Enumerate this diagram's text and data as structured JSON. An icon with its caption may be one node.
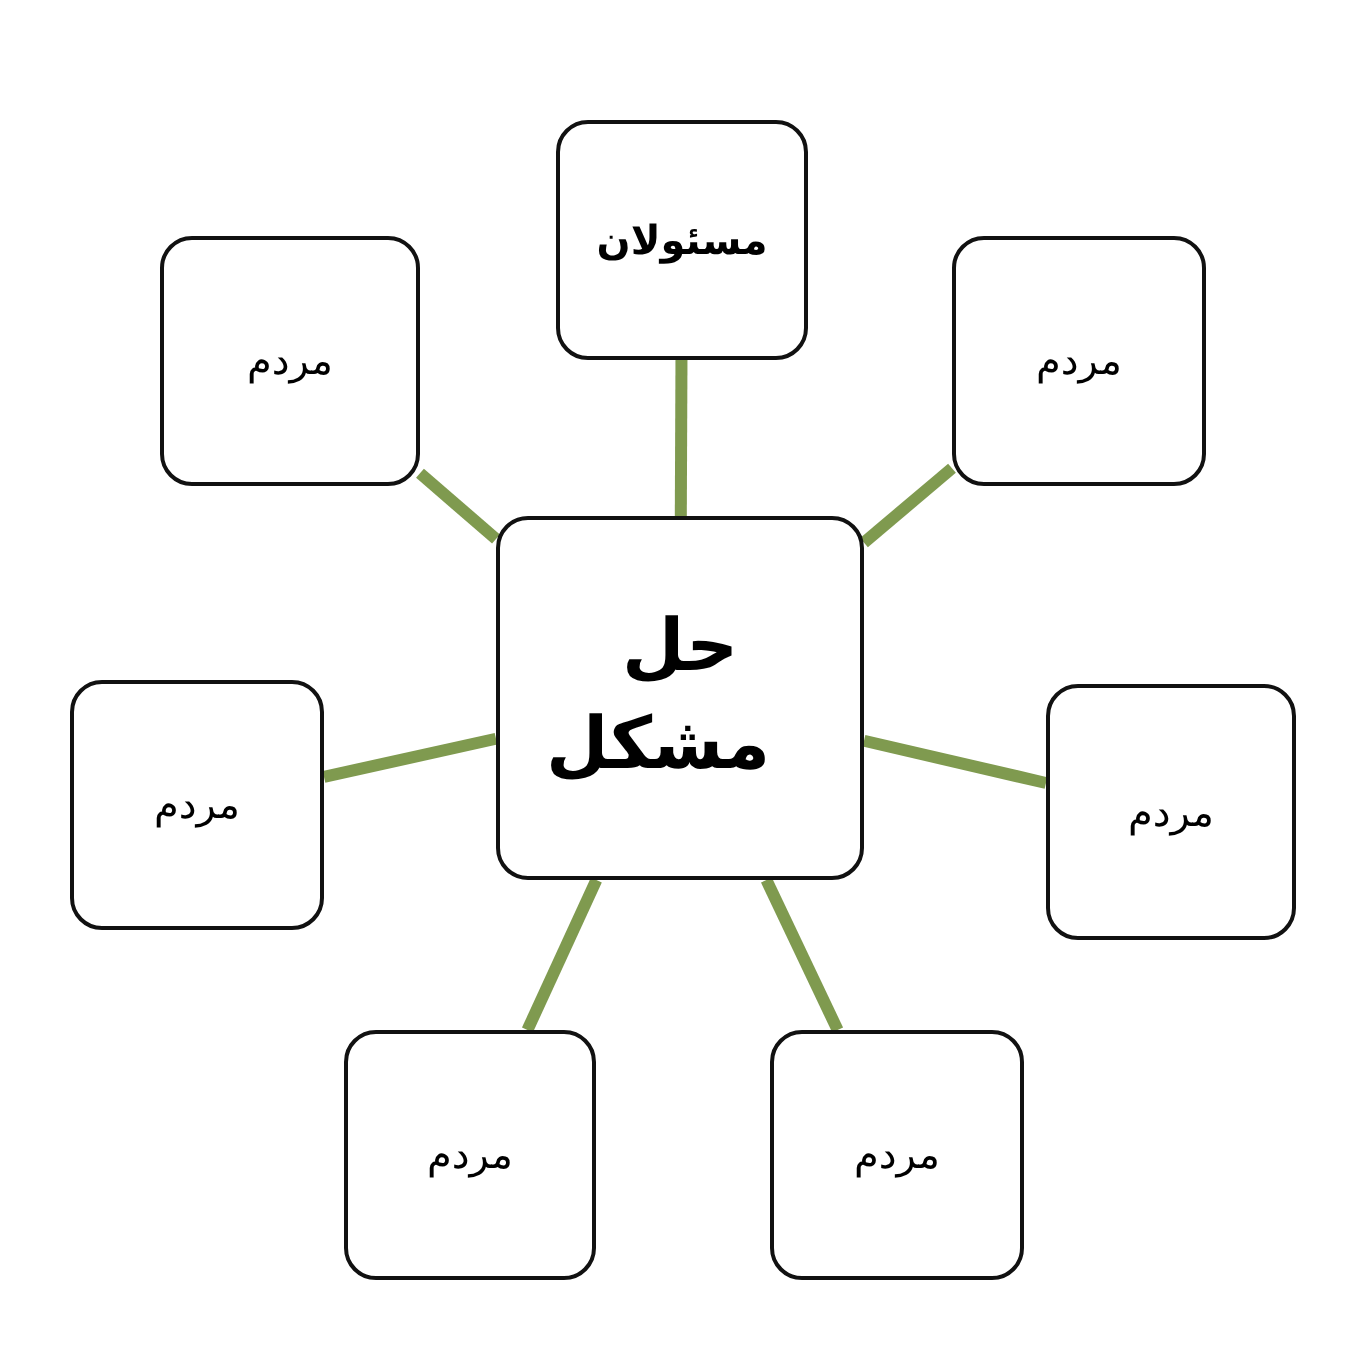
{
  "diagram": {
    "nodes": [
      {
        "text": [
          "حل مشکل"
        ]
      },
      {
        "text": [
          "مسئولان"
        ]
      },
      {
        "text": [
          "مردم"
        ]
      },
      {
        "text": [
          "مردم"
        ]
      },
      {
        "text": [
          "مردم"
        ]
      },
      {
        "text": [
          "مردم"
        ]
      },
      {
        "text": [
          "مردم"
        ]
      },
      {
        "text": [
          "مردم"
        ]
      }
    ],
    "edges": [
      {
        "from": 0,
        "to": 1,
        "arrow": "none"
      },
      {
        "from": 0,
        "to": 2,
        "arrow": "none"
      },
      {
        "from": 0,
        "to": 3,
        "arrow": "none"
      },
      {
        "from": 0,
        "to": 4,
        "arrow": "none"
      },
      {
        "from": 0,
        "to": 5,
        "arrow": "none"
      },
      {
        "from": 0,
        "to": 6,
        "arrow": "none"
      },
      {
        "from": 0,
        "to": 7,
        "arrow": "none"
      }
    ]
  }
}
